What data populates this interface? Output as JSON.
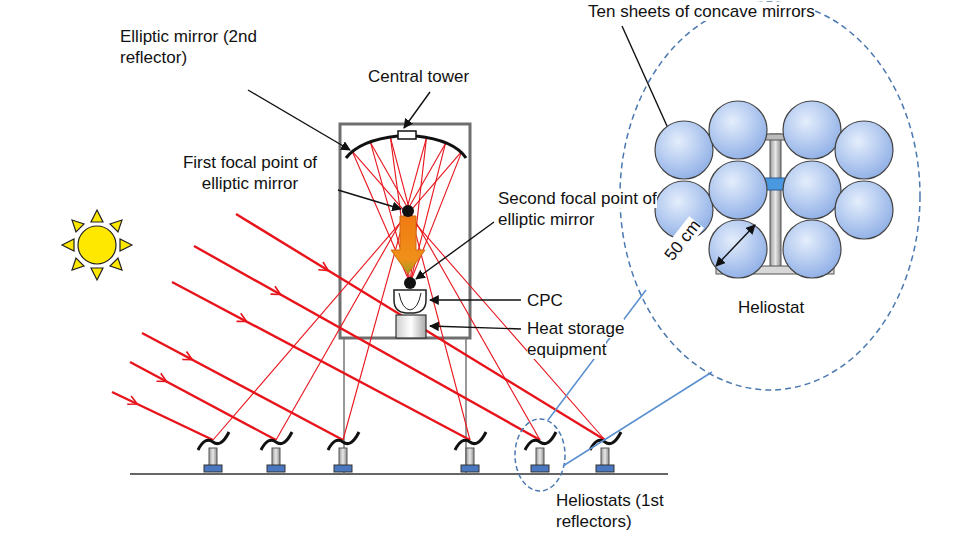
{
  "diagram": {
    "labels": [
      "Ten sheets of concave mirrors",
      "Elliptic mirror (2nd reflector)",
      "Central tower",
      "First focal point of elliptic mirror",
      "Second focal point of elliptic mirror",
      "50 cm",
      "CPC",
      "Heat storage equipment",
      "Heliostat",
      "Heliostats (1st reflectors)"
    ]
  }
}
